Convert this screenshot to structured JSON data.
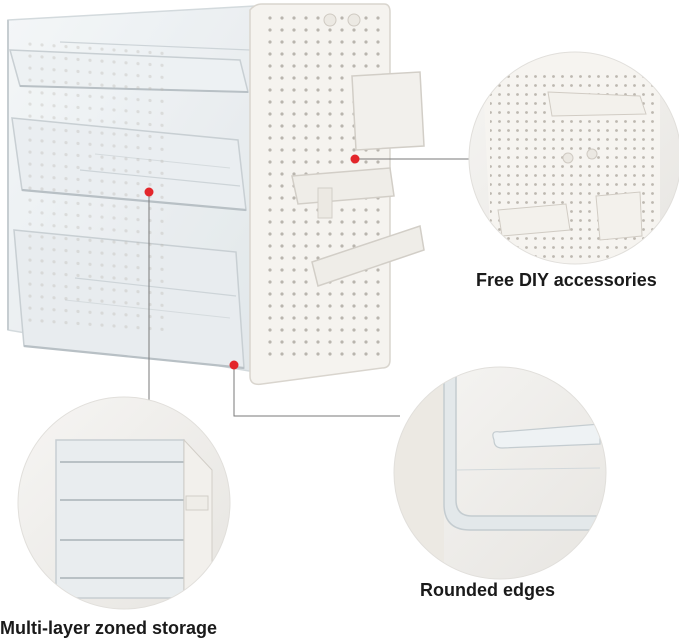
{
  "product_image": {
    "description_icon": "clear-drawer-organizer-with-pegboard-icon",
    "callouts": [
      {
        "id": "diy",
        "label": "Free DIY accessories"
      },
      {
        "id": "edges",
        "label": "Rounded edges"
      },
      {
        "id": "storage",
        "label": "Multi-layer zoned storage"
      }
    ],
    "colors": {
      "marker": "#e3262b",
      "leader_line": "#7a7a7a",
      "pegboard": "#f4f2ee",
      "acrylic": "#dfe6ea",
      "circle_bg": "#efeeec",
      "caption": "#1a1a1a"
    }
  }
}
